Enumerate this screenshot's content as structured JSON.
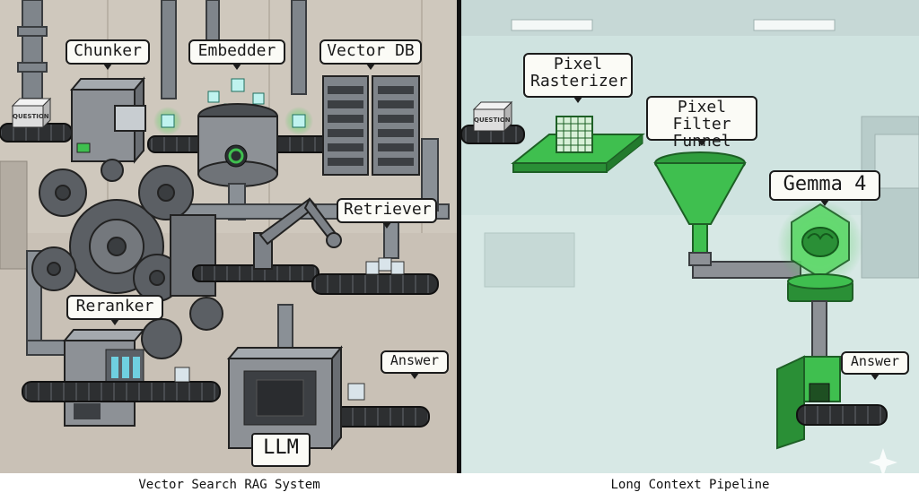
{
  "left_panel": {
    "caption": "Vector Search RAG System",
    "question_tag": "QUESTION",
    "labels": {
      "chunker": "Chunker",
      "embedder": "Embedder",
      "vector_db": "Vector DB",
      "retriever": "Retriever",
      "reranker": "Reranker",
      "answer": "Answer",
      "llm": "LLM"
    }
  },
  "right_panel": {
    "caption": "Long Context Pipeline",
    "question_tag": "QUESTION",
    "labels": {
      "rasterizer": "Pixel Rasterizer",
      "funnel": "Pixel Filter Funnel",
      "gemma": "Gemma 4",
      "answer": "Answer"
    }
  },
  "colors": {
    "left_bg": "#c9c1b6",
    "right_bg": "#cfe3e0",
    "green_accent": "#3fbf4f",
    "metal": "#8d9196",
    "divider": "#111111"
  }
}
